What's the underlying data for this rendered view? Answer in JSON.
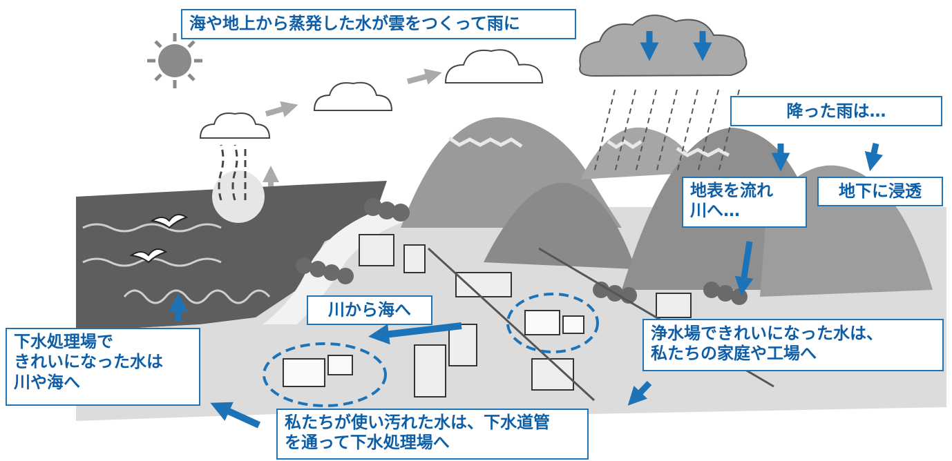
{
  "labels": {
    "evaporation": "海や地上から蒸発した水が雲をつくって雨に",
    "rainfall": "降った雨は…",
    "surface_flow": "地表を流れ\n川へ…",
    "underground": "地下に浸透",
    "river_to_sea": "川から海へ",
    "purification": "浄水場できれいになった水は、\n私たちの家庭や工場へ",
    "sewage_treated": "下水処理場で\nきれいになった水は\n川や海へ",
    "sewer_pipe": "私たちが使い汚れた水は、下水道管\nを通って下水処理場へ"
  },
  "colors": {
    "accent": "#1c73b8",
    "label_text": "#0d5ea6",
    "sea": "#5e5e5e",
    "mountain": "#9a9a9a",
    "land": "#d9d9d9"
  }
}
